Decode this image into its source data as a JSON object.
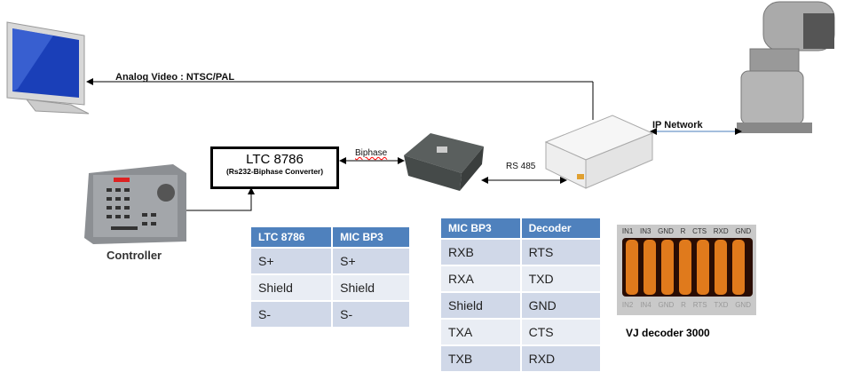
{
  "labels": {
    "analog_video": "Analog Video : NTSC/PAL",
    "ip_network": "IP Network",
    "biphase": "Biphase",
    "rs485": "RS 485",
    "controller": "Controller",
    "vj_decoder": "VJ decoder 3000"
  },
  "converter": {
    "title": "LTC 8786",
    "subtitle": "(Rs232-Biphase Converter)"
  },
  "table1": {
    "headers": [
      "LTC 8786",
      "MIC BP3"
    ],
    "rows": [
      [
        "S+",
        "S+"
      ],
      [
        "Shield",
        "Shield"
      ],
      [
        "S-",
        "S-"
      ]
    ]
  },
  "table2": {
    "headers": [
      "MIC BP3",
      "Decoder"
    ],
    "rows": [
      [
        "RXB",
        "RTS"
      ],
      [
        "RXA",
        "TXD"
      ],
      [
        "Shield",
        "GND"
      ],
      [
        "TXA",
        "CTS"
      ],
      [
        "TXB",
        "RXD"
      ]
    ]
  },
  "terminal": {
    "top": [
      "IN1",
      "IN3",
      "GND",
      "R",
      "CTS",
      "RXD",
      "GND"
    ],
    "bottom": [
      "IN2",
      "IN4",
      "GND",
      "R",
      "RTS",
      "TXD",
      "GND"
    ]
  }
}
